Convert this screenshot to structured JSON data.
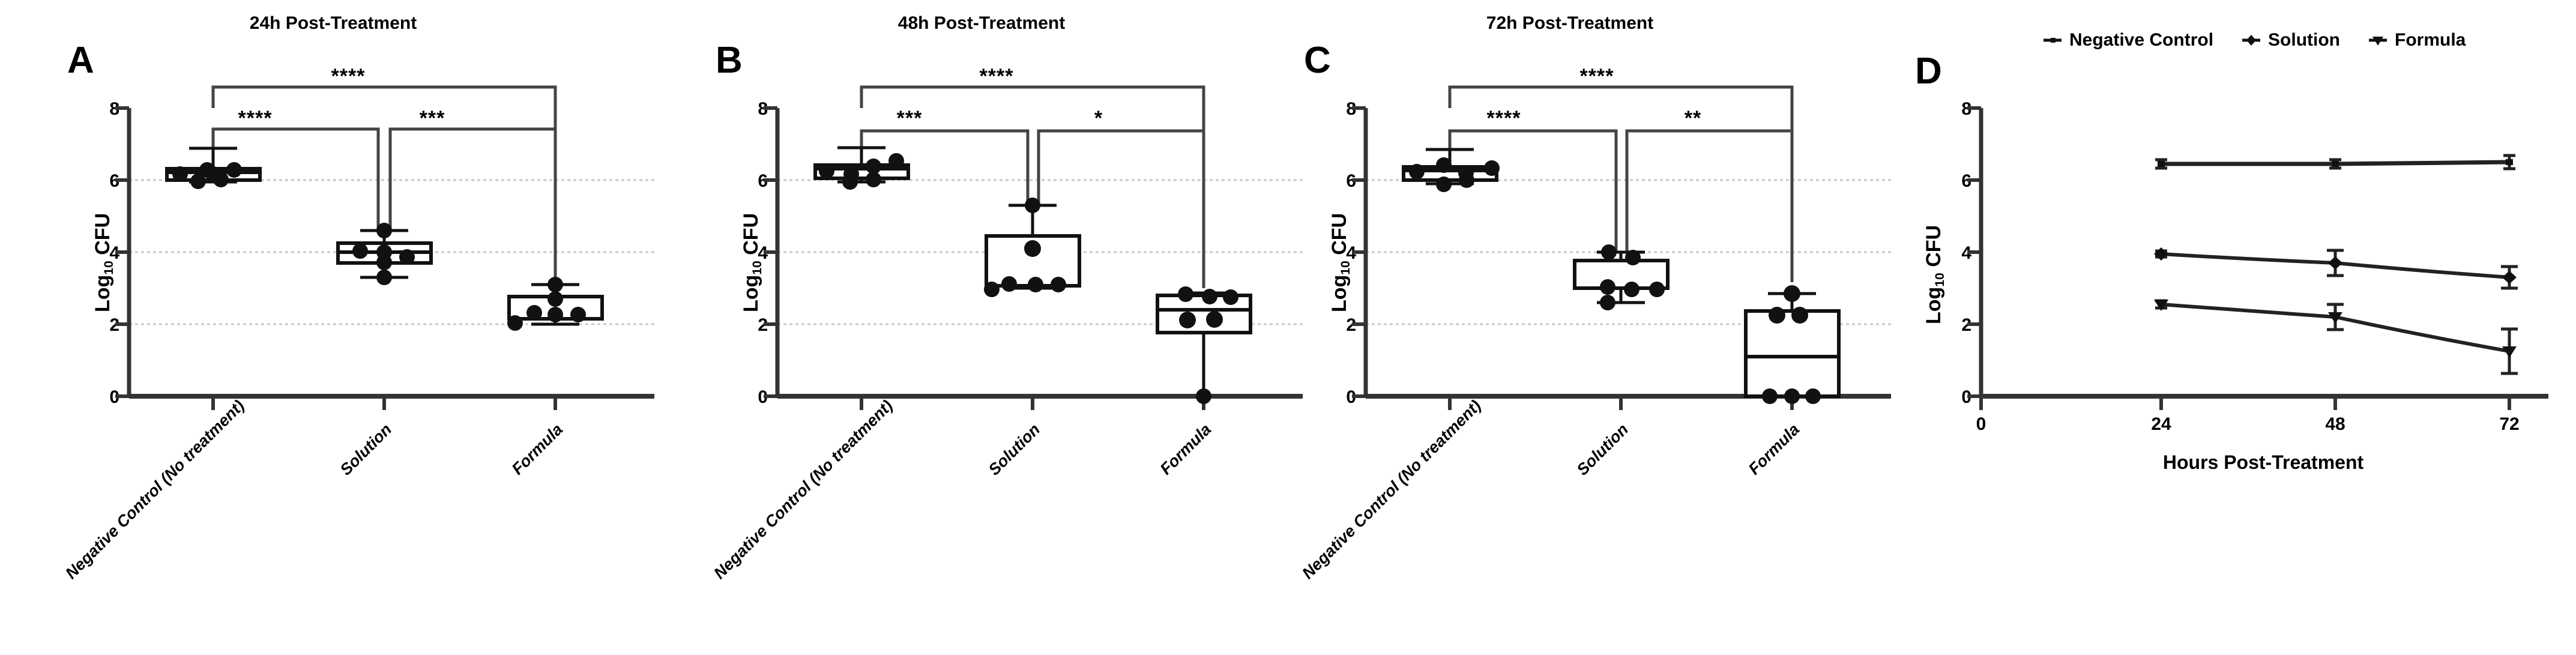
{
  "figure": {
    "background": "#ffffff",
    "ink": "#000000",
    "gridline_color": "#c8c8c8"
  },
  "panels": [
    {
      "letter": "A",
      "title": "24h Post-Treatment",
      "ylabel_prefix": "Log",
      "ylabel_sub": "10",
      "ylabel_suffix": " CFU",
      "yticks": [
        "8",
        "6",
        "4",
        "2",
        "0"
      ],
      "xticks": [
        "Negative Control (No treatment)",
        "Solution",
        "Formula"
      ],
      "significance": [
        "****",
        "****",
        "***"
      ]
    },
    {
      "letter": "B",
      "title": "48h Post-Treatment",
      "ylabel_prefix": "Log",
      "ylabel_sub": "10",
      "ylabel_suffix": " CFU",
      "yticks": [
        "8",
        "6",
        "4",
        "2",
        "0"
      ],
      "xticks": [
        "Negative Control (No treatment)",
        "Solution",
        "Formula"
      ],
      "significance": [
        "****",
        "***",
        "*"
      ]
    },
    {
      "letter": "C",
      "title": "72h Post-Treatment",
      "ylabel_prefix": "Log",
      "ylabel_sub": "10",
      "ylabel_suffix": " CFU",
      "yticks": [
        "8",
        "6",
        "4",
        "2",
        "0"
      ],
      "xticks": [
        "Negative Control (No treatment)",
        "Solution",
        "Formula"
      ],
      "significance": [
        "****",
        "****",
        "**"
      ]
    },
    {
      "letter": "D",
      "title": "",
      "ylabel_prefix": "Log",
      "ylabel_sub": "10",
      "ylabel_suffix": " CFU",
      "yticks": [
        "8",
        "6",
        "4",
        "2",
        "0"
      ],
      "xticks": [
        "0",
        "24",
        "48",
        "72"
      ],
      "xaxis_title": "Hours Post-Treatment",
      "legend": [
        {
          "label": "Negative Control",
          "marker": "dash"
        },
        {
          "label": "Solution",
          "marker": "diamond"
        },
        {
          "label": "Formula",
          "marker": "triangle-down"
        }
      ]
    }
  ],
  "chart_data": [
    {
      "type": "box",
      "panel": "A",
      "title": "24h Post-Treatment",
      "xlabel": "",
      "ylabel": "Log10 CFU",
      "ylim": [
        0,
        8
      ],
      "yticks": [
        0,
        2,
        4,
        6,
        8
      ],
      "grid": "horizontal-dotted-at-2-4-6",
      "categories": [
        "Negative Control (No treatment)",
        "Solution",
        "Formula"
      ],
      "boxes": [
        {
          "category": "Negative Control (No treatment)",
          "min": 5.95,
          "q1": 6.0,
          "median": 6.55,
          "q3": 6.7,
          "max": 6.8,
          "points": [
            6.5,
            6.7,
            6.55,
            6.7,
            6.0,
            6.05
          ]
        },
        {
          "category": "Solution",
          "min": 3.3,
          "q1": 3.7,
          "median": 4.0,
          "q3": 4.25,
          "max": 4.6,
          "points": [
            4.6,
            4.3,
            4.0,
            3.95,
            3.7,
            3.3
          ]
        },
        {
          "category": "Formula",
          "min": 2.05,
          "q1": 2.25,
          "median": 2.8,
          "q3": 2.85,
          "max": 3.1,
          "points": [
            3.1,
            2.8,
            2.5,
            2.45,
            2.4,
            2.05
          ]
        }
      ],
      "significance": [
        {
          "from": "Negative Control (No treatment)",
          "to": "Formula",
          "label": "****",
          "tier": 2
        },
        {
          "from": "Negative Control (No treatment)",
          "to": "Solution",
          "label": "****",
          "tier": 1
        },
        {
          "from": "Solution",
          "to": "Formula",
          "label": "***",
          "tier": 1
        }
      ]
    },
    {
      "type": "box",
      "panel": "B",
      "title": "48h Post-Treatment",
      "xlabel": "",
      "ylabel": "Log10 CFU",
      "ylim": [
        0,
        8
      ],
      "yticks": [
        0,
        2,
        4,
        6,
        8
      ],
      "grid": "horizontal-dotted-at-2-4-6",
      "categories": [
        "Negative Control (No treatment)",
        "Solution",
        "Formula"
      ],
      "boxes": [
        {
          "category": "Negative Control (No treatment)",
          "min": 5.95,
          "q1": 6.05,
          "median": 6.6,
          "q3": 6.75,
          "max": 6.9,
          "points": [
            6.55,
            6.9,
            6.7,
            6.45,
            5.95,
            6.05
          ]
        },
        {
          "category": "Solution",
          "min": 3.0,
          "q1": 3.1,
          "median": 3.1,
          "q3": 4.45,
          "max": 5.4,
          "points": [
            5.4,
            4.1,
            3.15,
            3.1,
            3.1,
            3.0
          ]
        },
        {
          "category": "Formula",
          "min": 0.0,
          "q1": 1.75,
          "median": 2.4,
          "q3": 2.75,
          "max": 2.8,
          "points": [
            2.8,
            2.7,
            2.7,
            2.1,
            2.1,
            0.0
          ]
        }
      ],
      "significance": [
        {
          "from": "Negative Control (No treatment)",
          "to": "Formula",
          "label": "****",
          "tier": 2
        },
        {
          "from": "Negative Control (No treatment)",
          "to": "Solution",
          "label": "***",
          "tier": 1
        },
        {
          "from": "Solution",
          "to": "Formula",
          "label": "*",
          "tier": 1
        }
      ]
    },
    {
      "type": "box",
      "panel": "C",
      "title": "72h Post-Treatment",
      "xlabel": "",
      "ylabel": "Log10 CFU",
      "ylim": [
        0,
        8
      ],
      "yticks": [
        0,
        2,
        4,
        6,
        8
      ],
      "grid": "horizontal-dotted-at-2-4-6",
      "categories": [
        "Negative Control (No treatment)",
        "Solution",
        "Formula"
      ],
      "boxes": [
        {
          "category": "Negative Control (No treatment)",
          "min": 5.9,
          "q1": 6.1,
          "median": 6.6,
          "q3": 6.7,
          "max": 6.85,
          "points": [
            6.5,
            6.85,
            6.6,
            6.7,
            6.1,
            5.9
          ]
        },
        {
          "category": "Solution",
          "min": 2.6,
          "q1": 3.05,
          "median": 3.1,
          "q3": 3.75,
          "max": 4.0,
          "points": [
            4.0,
            3.85,
            3.2,
            3.0,
            2.95,
            2.6
          ]
        },
        {
          "category": "Formula",
          "min": 0.0,
          "q1": 0.0,
          "median": 1.1,
          "q3": 2.35,
          "max": 2.85,
          "points": [
            2.85,
            2.2,
            2.2,
            0.0,
            0.0,
            0.0
          ]
        }
      ],
      "significance": [
        {
          "from": "Negative Control (No treatment)",
          "to": "Formula",
          "label": "****",
          "tier": 2
        },
        {
          "from": "Negative Control (No treatment)",
          "to": "Solution",
          "label": "****",
          "tier": 1
        },
        {
          "from": "Solution",
          "to": "Formula",
          "label": "**",
          "tier": 1
        }
      ]
    },
    {
      "type": "line",
      "panel": "D",
      "title": "",
      "xlabel": "Hours Post-Treatment",
      "ylabel": "Log10 CFU",
      "x": [
        24,
        48,
        72
      ],
      "xlim": [
        0,
        84
      ],
      "xticks": [
        0,
        24,
        48,
        72
      ],
      "ylim": [
        0,
        8
      ],
      "yticks": [
        0,
        2,
        4,
        6,
        8
      ],
      "grid": "none",
      "legend_position": "top",
      "series": [
        {
          "name": "Negative Control",
          "marker": "dash",
          "values": [
            6.45,
            6.45,
            6.5
          ],
          "errors": [
            0.12,
            0.12,
            0.18
          ]
        },
        {
          "name": "Solution",
          "marker": "diamond",
          "values": [
            3.95,
            3.7,
            3.3
          ],
          "errors": [
            0.08,
            0.35,
            0.3
          ]
        },
        {
          "name": "Formula",
          "marker": "triangle-down",
          "values": [
            2.55,
            2.2,
            1.25
          ],
          "errors": [
            0.1,
            0.35,
            0.62
          ]
        }
      ]
    }
  ]
}
